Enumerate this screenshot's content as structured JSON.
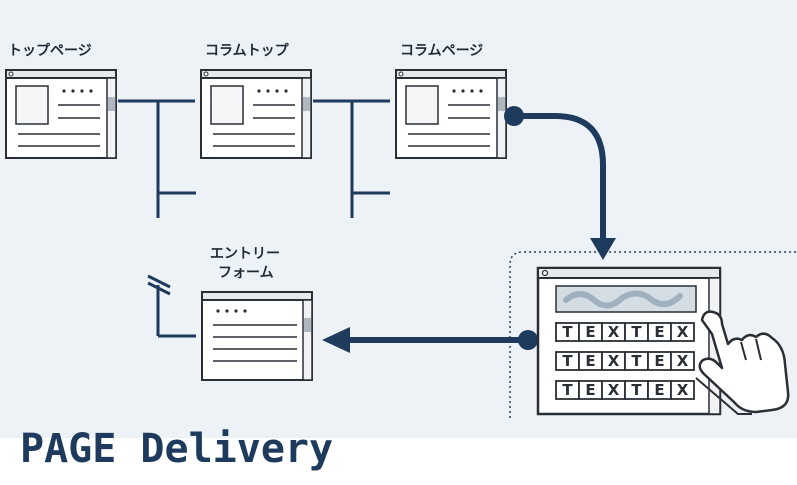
{
  "diagram": {
    "pages": [
      {
        "label": "トップページ"
      },
      {
        "label": "コラムトップ"
      },
      {
        "label": "コラムページ"
      }
    ],
    "entry_form": {
      "label_line1": "エントリー",
      "label_line2": "フォーム"
    },
    "title": "PAGE Delivery",
    "tablet_cells": [
      "T",
      "E",
      "X",
      "T",
      "E",
      "X"
    ]
  },
  "colors": {
    "background": "#edf2f7",
    "ink": "#2a2f36",
    "accent": "#1e3a5c",
    "paper": "#ffffff",
    "window_bar": "#e6e9ec"
  },
  "icons": [
    "hand-pointer-icon",
    "page-window-icon",
    "tablet-icon"
  ]
}
